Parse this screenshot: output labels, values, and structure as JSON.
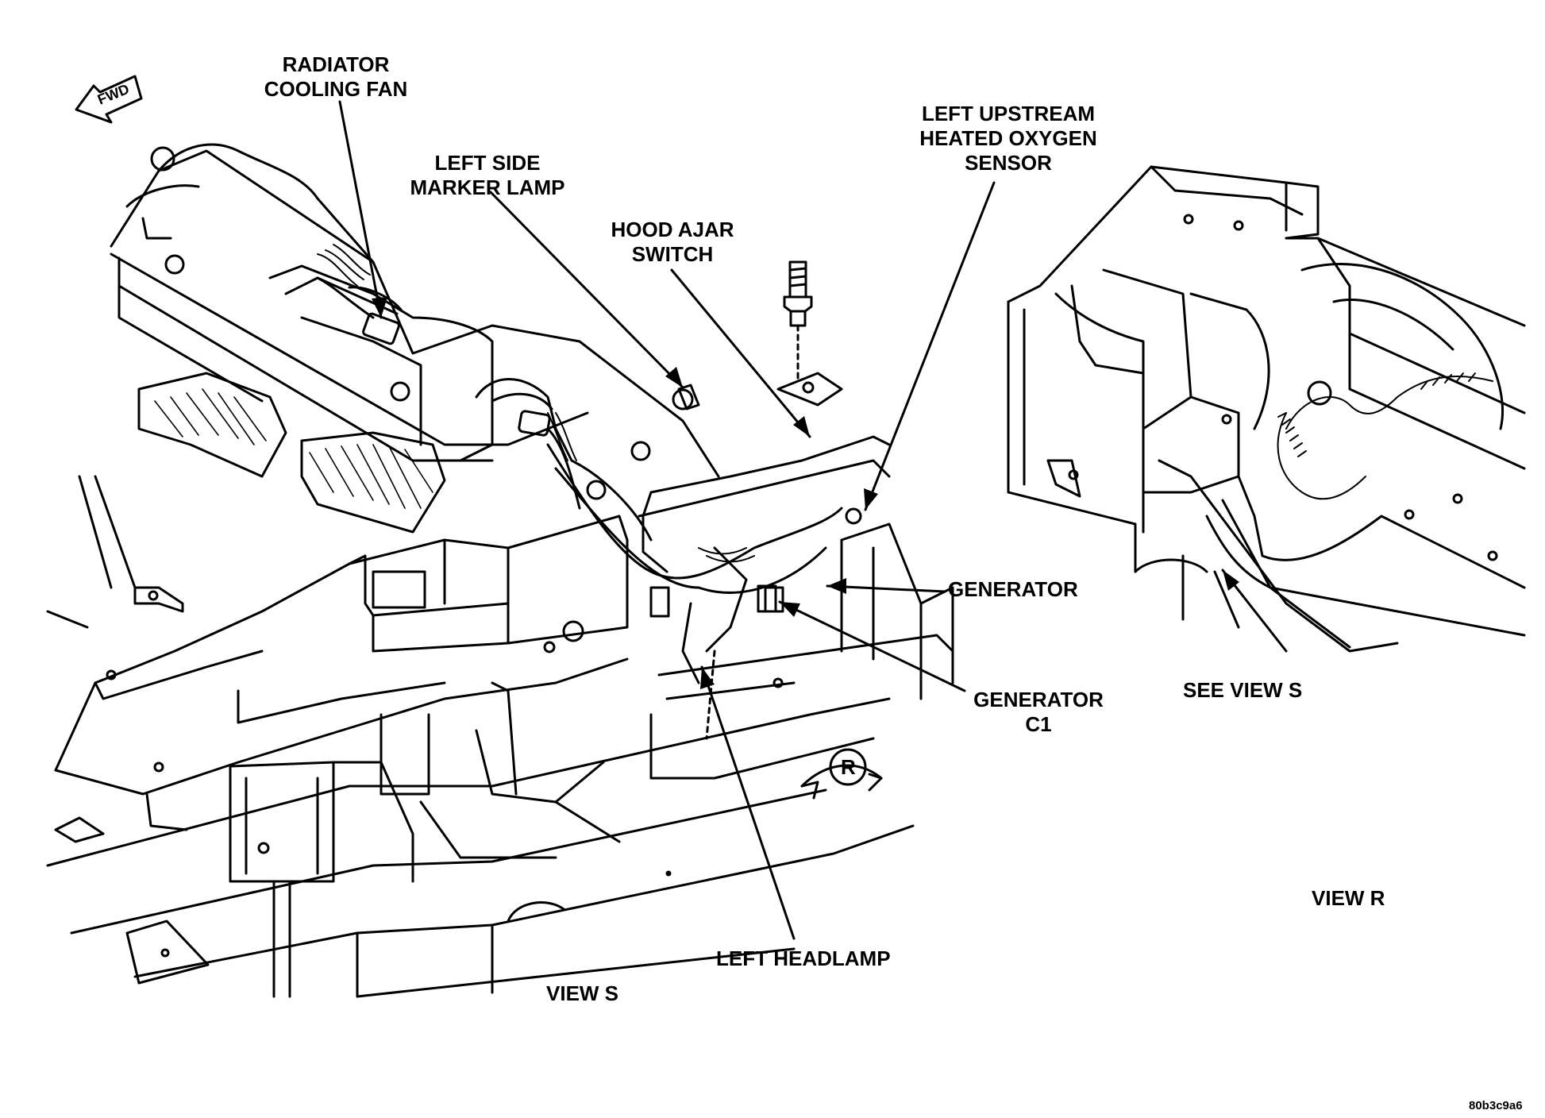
{
  "callouts": {
    "radiator_cooling_fan": [
      "RADIATOR",
      "COOLING FAN"
    ],
    "left_side_marker_lamp": [
      "LEFT SIDE",
      "MARKER LAMP"
    ],
    "hood_ajar_switch": [
      "HOOD AJAR",
      "SWITCH"
    ],
    "left_upstream_heated_oxygen_sensor": [
      "LEFT UPSTREAM",
      "HEATED OXYGEN",
      "SENSOR"
    ],
    "generator": "GENERATOR",
    "generator_c1": [
      "GENERATOR",
      "C1"
    ],
    "left_headlamp": "LEFT HEADLAMP",
    "see_view_s": "SEE VIEW S"
  },
  "view_labels": {
    "view_s": "VIEW S",
    "view_r": "VIEW R"
  },
  "indicators": {
    "fwd_arrow": "FWD",
    "view_r_marker": "R"
  },
  "figure_id": "80b3c9a6",
  "colors": {
    "ink": "#000000",
    "paper": "#ffffff",
    "shade": "#777777"
  }
}
